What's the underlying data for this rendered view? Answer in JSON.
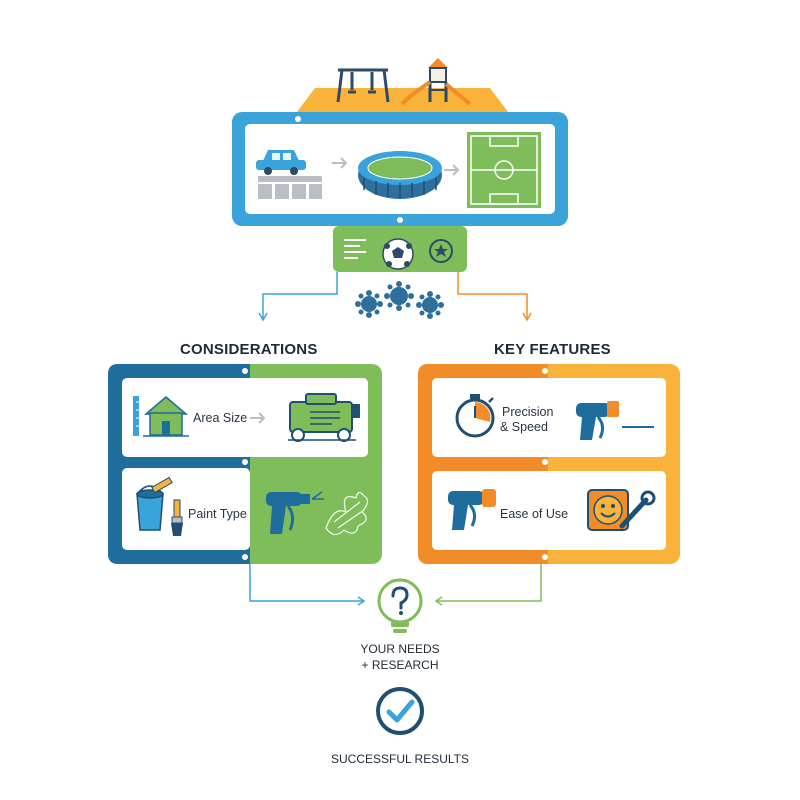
{
  "considerations": {
    "title": "CONSIDERATIONS",
    "area_size_label": "Area Size",
    "paint_type_label": "Paint Type"
  },
  "key_features": {
    "title": "KEY FEATURES",
    "precision_line1": "Precision",
    "precision_line2": "& Speed",
    "ease_label": "Ease of Use"
  },
  "needs": {
    "line1": "YOUR NEEDS",
    "line2": "+ RESEARCH"
  },
  "result": {
    "label": "SUCCESSFUL RESULTS"
  },
  "colors": {
    "blue": "#3aa3d9",
    "dark_blue": "#1f6d9c",
    "green": "#7ebd5a",
    "orange": "#f28c28",
    "light_orange": "#f9b23a",
    "navy": "#2e4a66"
  }
}
